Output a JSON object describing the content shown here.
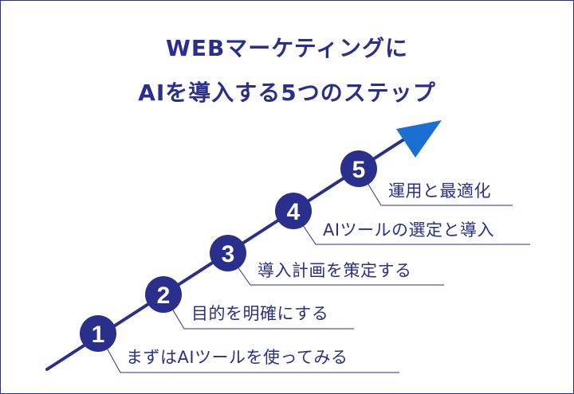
{
  "title": {
    "line1": "WEBマーケティングに",
    "line2": "AIを導入する5つのステップ"
  },
  "colors": {
    "text": "#2a2f8c",
    "circle": "#2a2f8c",
    "line": "#2a2f8c",
    "arrow": "#1a6fd1",
    "connector": "#2a2f8c"
  },
  "steps": [
    {
      "number": "1",
      "label": "まずはAIツールを使ってみる"
    },
    {
      "number": "2",
      "label": "目的を明確にする"
    },
    {
      "number": "3",
      "label": "導入計画を策定する"
    },
    {
      "number": "4",
      "label": "AIツールの選定と導入"
    },
    {
      "number": "5",
      "label": "運用と最適化"
    }
  ]
}
